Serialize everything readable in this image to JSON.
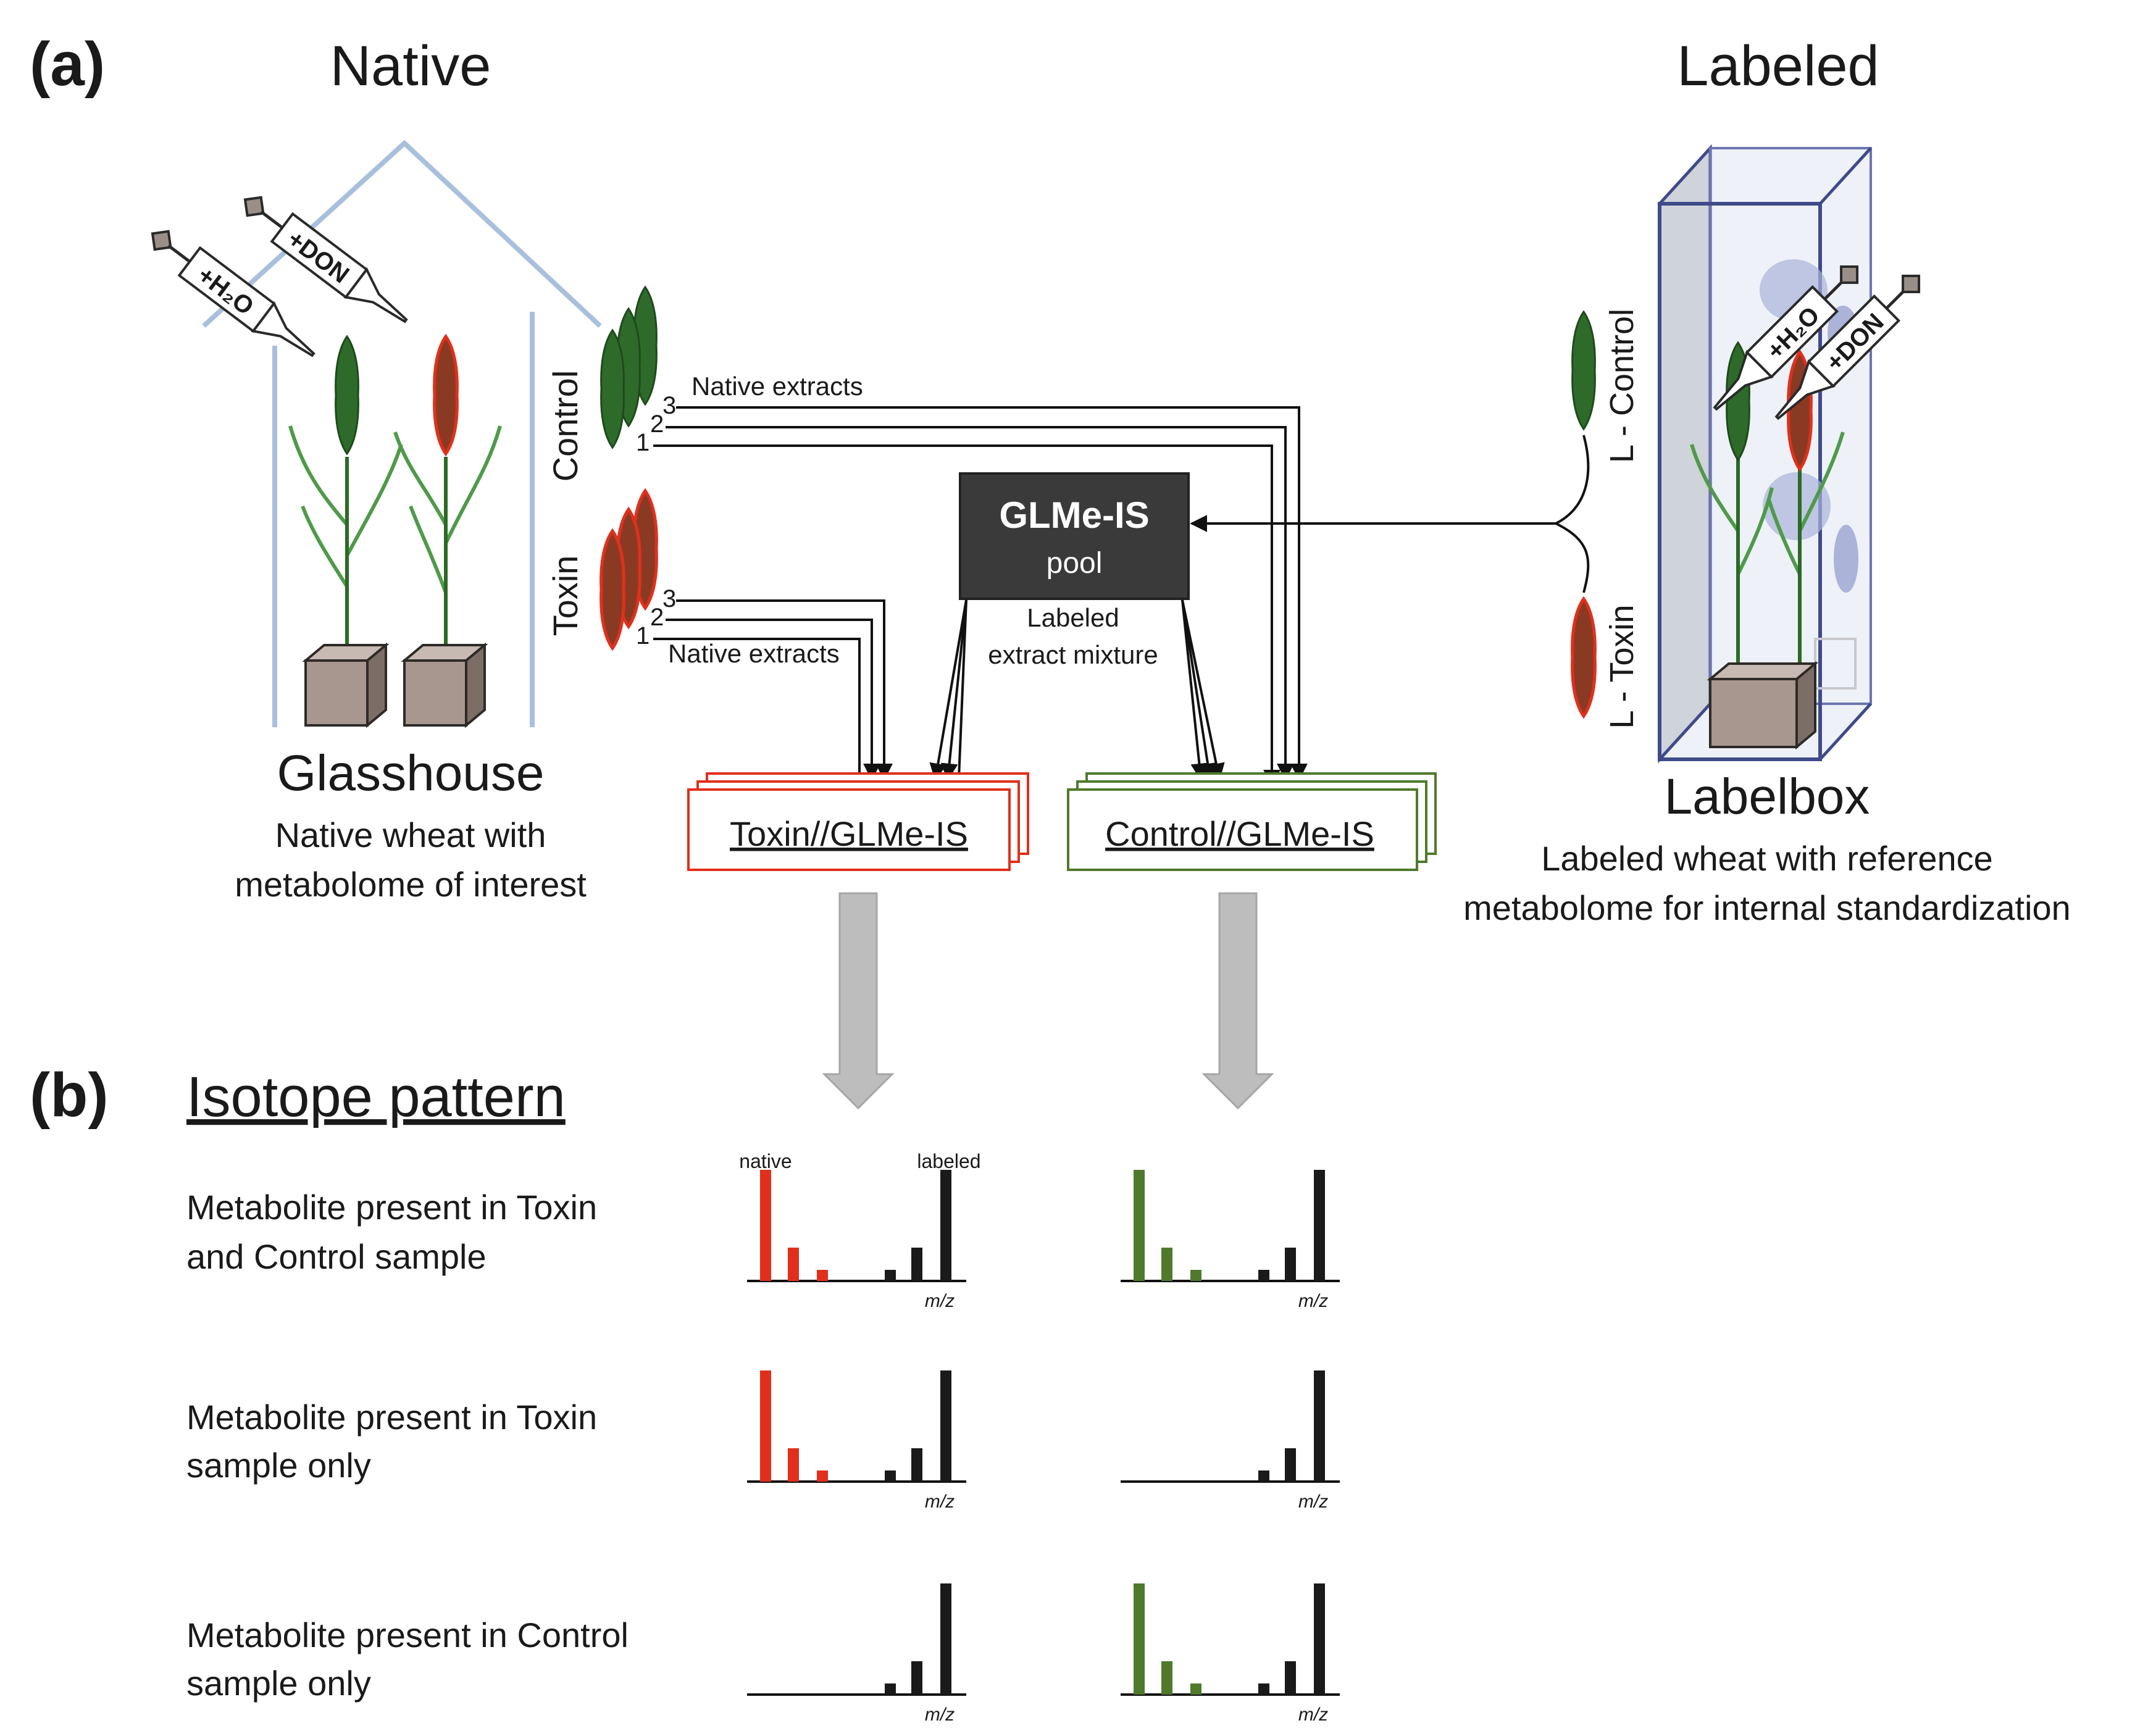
{
  "panel_a": {
    "label": "(a)",
    "native_title": "Native",
    "labeled_title": "Labeled",
    "syringe_water": "+H₂O",
    "syringe_don": "+DON",
    "control_label": "Control",
    "toxin_label": "Toxin",
    "replicates": [
      "1",
      "2",
      "3"
    ],
    "native_extracts_top": "Native extracts",
    "native_extracts_bottom": "Native extracts",
    "pool_title": "GLMe-IS",
    "pool_subtitle": "pool",
    "pool_caption_line1": "Labeled",
    "pool_caption_line2": "extract mixture",
    "toxin_mix": "Toxin//GLMe-IS",
    "control_mix": "Control//GLMe-IS",
    "l_control": "L - Control",
    "l_toxin": "L - Toxin",
    "glasshouse_title": "Glasshouse",
    "glasshouse_desc_line1": "Native wheat with",
    "glasshouse_desc_line2": "metabolome of interest",
    "labelbox_title": "Labelbox",
    "labelbox_desc_line1": "Labeled wheat with reference",
    "labelbox_desc_line2": "metabolome for internal standardization",
    "colors": {
      "toxin": "#e0301c",
      "control": "#4f7a2c",
      "labeled": "#1a1a1a",
      "pool_box": "#3a3a3a"
    }
  },
  "panel_b": {
    "label": "(b)",
    "title": "Isotope pattern",
    "native_header": "native",
    "labeled_header": "labeled",
    "axis_label": "m/z",
    "rows": [
      {
        "line1": "Metabolite present in Toxin",
        "line2": "and Control sample"
      },
      {
        "line1": "Metabolite present in Toxin",
        "line2": "sample only"
      },
      {
        "line1": "Metabolite present in Control",
        "line2": "sample only"
      }
    ]
  },
  "chart_data": [
    {
      "type": "bar",
      "panel": "toxin",
      "row": 1,
      "native": [
        1.0,
        0.3,
        0.1
      ],
      "labeled": [
        0.1,
        0.3,
        1.0
      ]
    },
    {
      "type": "bar",
      "panel": "control",
      "row": 1,
      "native": [
        1.0,
        0.3,
        0.1
      ],
      "labeled": [
        0.1,
        0.3,
        1.0
      ]
    },
    {
      "type": "bar",
      "panel": "toxin",
      "row": 2,
      "native": [
        1.0,
        0.3,
        0.1
      ],
      "labeled": [
        0.1,
        0.3,
        1.0
      ]
    },
    {
      "type": "bar",
      "panel": "control",
      "row": 2,
      "native": [
        0,
        0,
        0
      ],
      "labeled": [
        0.1,
        0.3,
        1.0
      ]
    },
    {
      "type": "bar",
      "panel": "toxin",
      "row": 3,
      "native": [
        0,
        0,
        0
      ],
      "labeled": [
        0.1,
        0.3,
        1.0
      ]
    },
    {
      "type": "bar",
      "panel": "control",
      "row": 3,
      "native": [
        1.0,
        0.3,
        0.1
      ],
      "labeled": [
        0.1,
        0.3,
        1.0
      ]
    }
  ]
}
